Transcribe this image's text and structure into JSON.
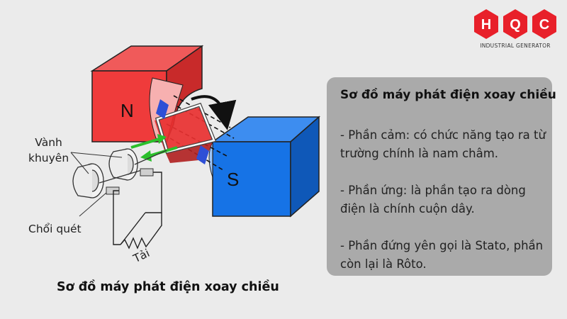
{
  "brand": {
    "letters": [
      "H",
      "Q",
      "C"
    ],
    "tagline": "INDUSTRIAL GENERATOR",
    "color": "#e8202a"
  },
  "diagram": {
    "pole_n": "N",
    "pole_s": "S",
    "label_ring": "Vành\nkhuyên",
    "label_brush": "Chổi quét",
    "label_load": "Tải",
    "magnet_n_color": "#ef3b3b",
    "magnet_s_color": "#1673e6"
  },
  "panel": {
    "title": "Sơ đồ máy phát điện xoay chiều",
    "items": [
      "- Phần cảm: có chức năng tạo ra từ trường chính là nam châm.",
      "- Phần ứng: là phần tạo ra dòng điện là chính cuộn dây.",
      "- Phần đứng yên gọi là Stato, phần còn lại là Rôto."
    ]
  },
  "caption": "Sơ đồ máy phát điện xoay chiều"
}
